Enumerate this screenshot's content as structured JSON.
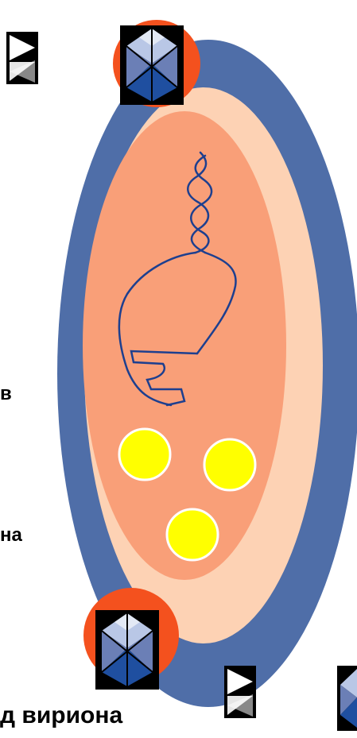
{
  "labels": {
    "fragment_right_edge_1": "в",
    "fragment_right_edge_2": "на",
    "bottom_caption": "д вириона"
  },
  "colors": {
    "background": "#ffffff",
    "outer_envelope": "#4f6ea8",
    "middle_layer": "#fdd2b4",
    "inner_core": "#f99f78",
    "viral_ring": "#f4511e",
    "nucleic_acid": "#1d3f8f",
    "particles": "#ffff00",
    "particle_outline": "#ffffff",
    "capsid_dark": "#000000",
    "capsid_mid": "#6b7fb6",
    "capsid_light": "#b9c7e6",
    "capsid_deep": "#1f4fa0",
    "arrow_gray": "#888888"
  },
  "icons": {
    "virion_capsid": "icosahedral-capsid-icon",
    "arrow_marker": "double-chevron-icon"
  }
}
